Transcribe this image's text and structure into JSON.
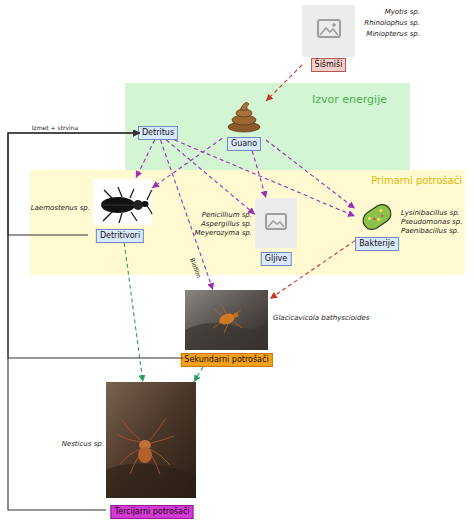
{
  "diagram": {
    "nodes": [
      {
        "text": [
          "Šišmiši"
        ]
      },
      {
        "text": [
          "Izvor energije"
        ]
      },
      {
        "text": [
          "Detritus"
        ],
        "in": 1
      },
      {
        "text": [
          "Guano"
        ],
        "in": 1
      },
      {
        "text": [
          "Primarni potrošači"
        ]
      },
      {
        "text": [
          "Detritivori"
        ],
        "in": 4
      },
      {
        "text": [
          "Gljive"
        ],
        "in": 4
      },
      {
        "text": [
          "Bakterije"
        ],
        "in": 4
      },
      {
        "text": [
          "Sekundarni potrošači"
        ]
      },
      {
        "text": [
          "Tercijarni potrošači"
        ]
      }
    ],
    "edges": [
      {
        "from": 0,
        "to": 3,
        "arrow": "to"
      },
      {
        "from": 3,
        "to": 5,
        "arrow": "to"
      },
      {
        "from": 3,
        "to": 6,
        "arrow": "to"
      },
      {
        "from": 3,
        "to": 7,
        "arrow": "to"
      },
      {
        "from": 2,
        "to": 5,
        "arrow": "to"
      },
      {
        "from": 2,
        "to": 6,
        "arrow": "to"
      },
      {
        "from": 2,
        "to": 7,
        "arrow": "to"
      },
      {
        "from": 2,
        "to": 8,
        "label": "Biofilm",
        "arrow": "to"
      },
      {
        "from": 7,
        "to": 8,
        "arrow": "to"
      },
      {
        "from": 5,
        "to": 9,
        "arrow": "to"
      },
      {
        "from": 8,
        "to": 9,
        "arrow": "to"
      },
      {
        "from": 5,
        "to": 2,
        "label": "Izmet + strvina",
        "arrow": "to"
      },
      {
        "from": 8,
        "to": 2,
        "arrow": "to"
      },
      {
        "from": 9,
        "to": 2,
        "arrow": "to"
      }
    ],
    "labels": [
      "Myotis sp.",
      "Rhinolophus sp.",
      "Miniopterus sp.",
      "Laemostenus sp.",
      "Penicillium sp.",
      "Aspergillus sp.",
      "Meyerozyma sp.",
      "Lysinibacillus sp.",
      "Pseudomonas sp.",
      "Paenibacillus sp.",
      "Glacicavicola bathyscioides",
      "Nesticus sp."
    ]
  }
}
